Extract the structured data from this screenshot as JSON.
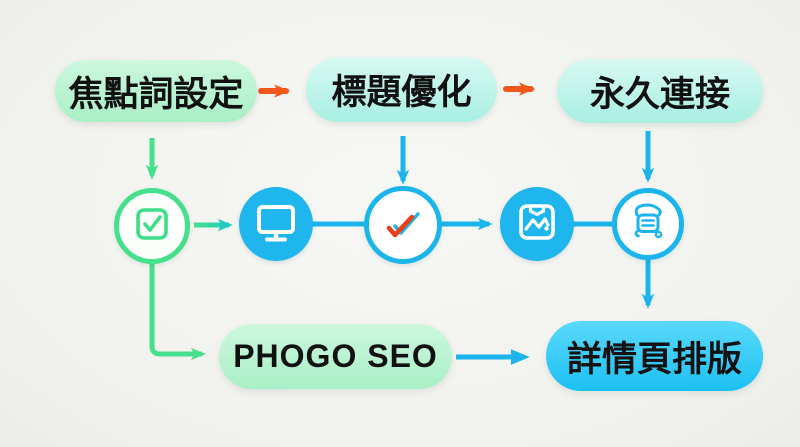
{
  "diagram": {
    "background": "#f2f3ef",
    "top_row": [
      {
        "label": "焦點詞設定"
      },
      {
        "label": "標題優化"
      },
      {
        "label": "永久連接"
      }
    ],
    "bottom_row": [
      {
        "label": "PHOGO SEO"
      },
      {
        "label": "詳情頁排版"
      }
    ],
    "icons": [
      "checkbox-icon",
      "monitor-icon",
      "double-check-icon",
      "photo-chart-icon",
      "robot-icon"
    ],
    "colors": {
      "orange_arrow": "#f2571c",
      "green_arrow": "#46e08c",
      "teal_arrow": "#21cbbd",
      "blue_arrow": "#1cb4ec",
      "red_check": "#e8401c",
      "mint_fill_top": "#cdf7e0",
      "mint_fill_bottom": "#a9efc5",
      "aqua_fill_top": "#d8f9f2",
      "aqua_fill_bottom": "#a8efe2",
      "blue_fill_top": "#5ad9fa",
      "blue_fill_bottom": "#1cc0f4",
      "label_text": "#111111"
    },
    "edges": [
      {
        "from": "焦點詞設定",
        "to": "標題優化",
        "color": "orange"
      },
      {
        "from": "標題優化",
        "to": "永久連接",
        "color": "orange"
      },
      {
        "from": "焦點詞設定",
        "to": "checkbox-icon",
        "color": "green"
      },
      {
        "from": "標題優化",
        "to": "double-check-icon",
        "color": "blue"
      },
      {
        "from": "永久連接",
        "to": "robot-icon",
        "color": "blue"
      },
      {
        "from": "checkbox-icon",
        "to": "monitor-icon",
        "color": "teal"
      },
      {
        "from": "monitor-icon",
        "to": "double-check-icon",
        "color": "blue"
      },
      {
        "from": "double-check-icon",
        "to": "photo-chart-icon",
        "color": "blue"
      },
      {
        "from": "photo-chart-icon",
        "to": "robot-icon",
        "color": "blue"
      },
      {
        "from": "checkbox-icon",
        "to": "PHOGO SEO",
        "color": "green"
      },
      {
        "from": "robot-icon",
        "to": "詳情頁排版",
        "color": "blue"
      },
      {
        "from": "PHOGO SEO",
        "to": "詳情頁排版",
        "color": "blue"
      }
    ]
  }
}
